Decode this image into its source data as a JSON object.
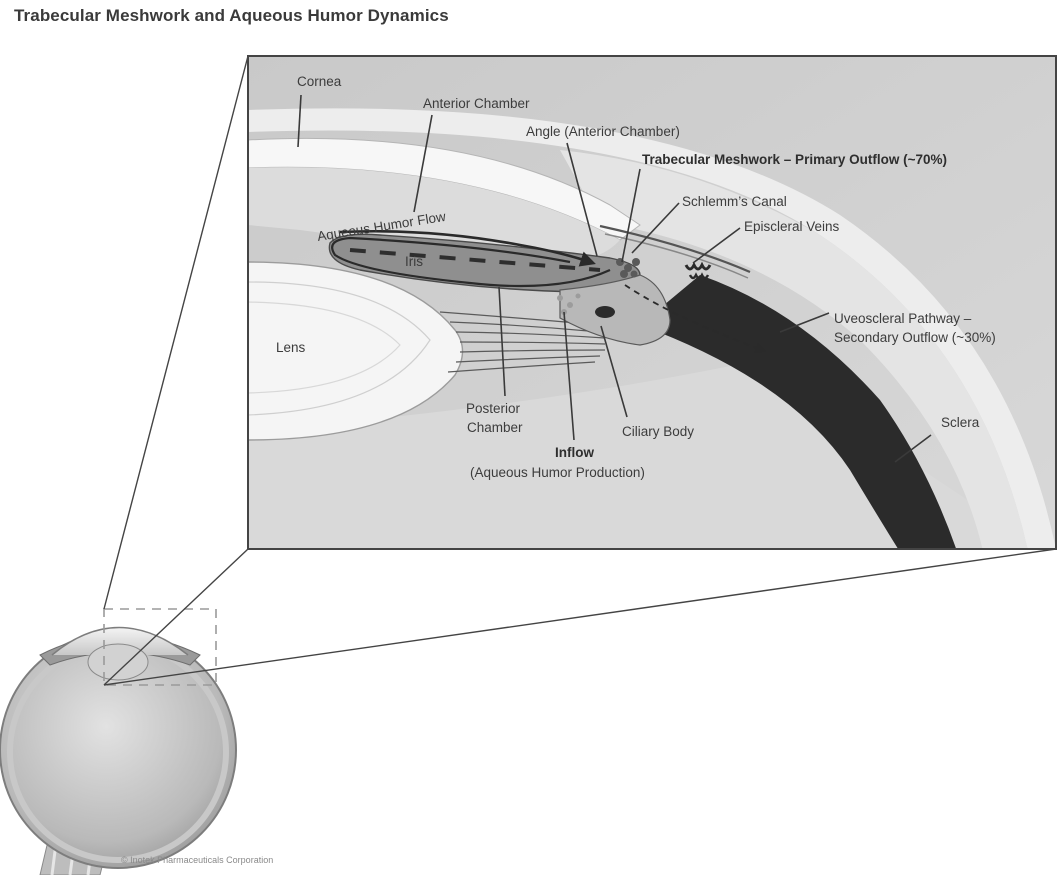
{
  "title": "Trabecular Meshwork and Aqueous Humor Dynamics",
  "credit": "© Inotek Pharmaceuticals Corporation",
  "labels": {
    "cornea": "Cornea",
    "anterior_chamber": "Anterior Chamber",
    "angle": "Angle (Anterior Chamber)",
    "trabecular": "Trabecular Meshwork – Primary Outflow (~70%)",
    "schlemm": "Schlemm’s Canal",
    "episcleral": "Episcleral Veins",
    "aqueous_flow": "Aqueous Humor Flow",
    "iris": "Iris",
    "lens": "Lens",
    "uveoscleral_line1": "Uveoscleral Pathway –",
    "uveoscleral_line2": "Secondary Outflow (~30%)",
    "posterior_line1": "Posterior",
    "posterior_line2": "Chamber",
    "inflow": "Inflow",
    "inflow_sub": "(Aqueous Humor Production)",
    "ciliary": "Ciliary Body",
    "sclera": "Sclera"
  },
  "colors": {
    "background": "#ffffff",
    "ink": "#333333",
    "panel_fill": "#d4d4d4",
    "dark_tissue": "#2b2b2b"
  }
}
